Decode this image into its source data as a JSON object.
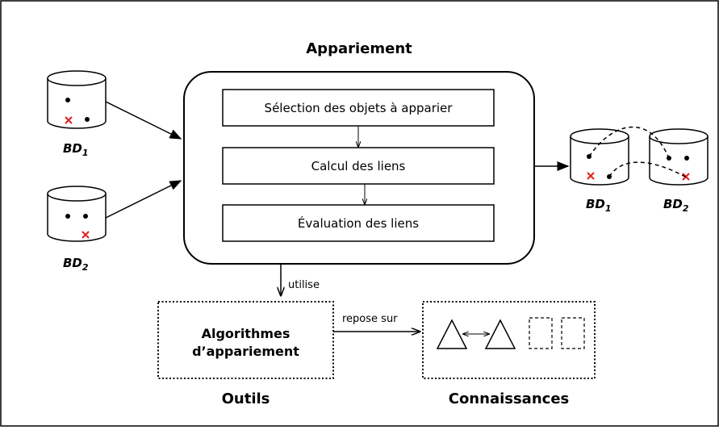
{
  "title": "Appariement",
  "steps": [
    "Sélection des objets à apparier",
    "Calcul des liens",
    "Évaluation des liens"
  ],
  "databases": {
    "bd1": {
      "base": "BD",
      "sub": "1"
    },
    "bd2": {
      "base": "BD",
      "sub": "2"
    }
  },
  "edge_labels": {
    "uses": "utilise",
    "relies_on": "repose sur"
  },
  "tools": {
    "box_text_line1": "Algorithmes",
    "box_text_line2": "d’appariement",
    "caption": "Outils"
  },
  "knowledge": {
    "caption": "Connaissances"
  },
  "colors": {
    "stroke": "#000000",
    "cross": "#e02020"
  }
}
